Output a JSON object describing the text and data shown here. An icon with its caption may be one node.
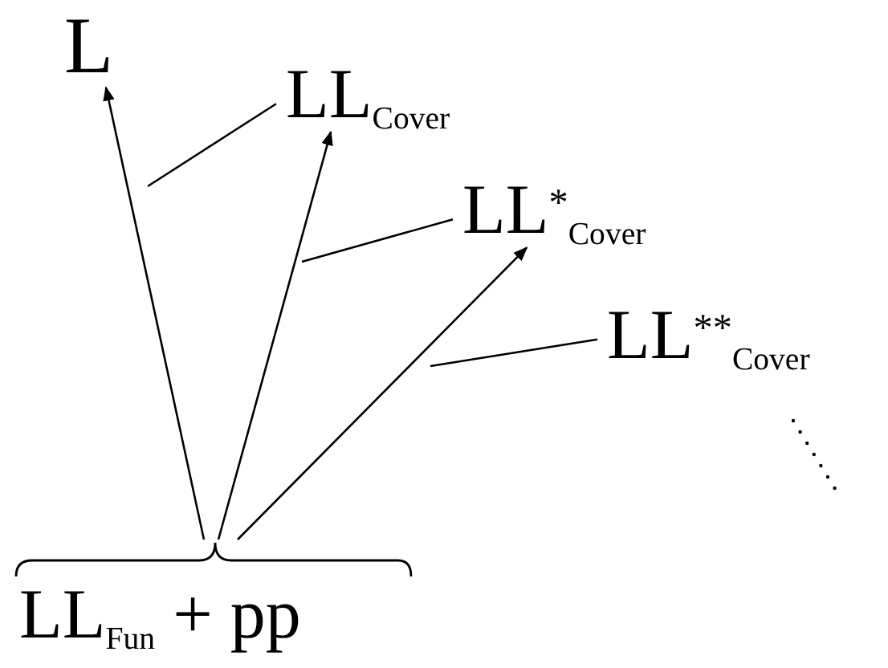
{
  "diagram": {
    "nodes": [
      {
        "text": [
          "L"
        ]
      },
      {
        "text": [
          "LL$_{Cover}$"
        ]
      },
      {
        "text": [
          "LL$^{*}$$_{Cover}$"
        ]
      },
      {
        "text": [
          "LL$^{**}$$_{Cover}$"
        ]
      },
      {
        "text": [
          "LL$_{Fun}$ + pp"
        ]
      }
    ],
    "edges": [
      {
        "from": 4,
        "to": 0,
        "arrow": "to"
      },
      {
        "from": 4,
        "to": 1,
        "arrow": "to"
      },
      {
        "from": 4,
        "to": 2,
        "arrow": "to"
      },
      {
        "from": 1,
        "to": null,
        "arrow": "none"
      },
      {
        "from": 2,
        "to": null,
        "arrow": "none"
      },
      {
        "from": 3,
        "to": null,
        "arrow": "none"
      }
    ]
  }
}
